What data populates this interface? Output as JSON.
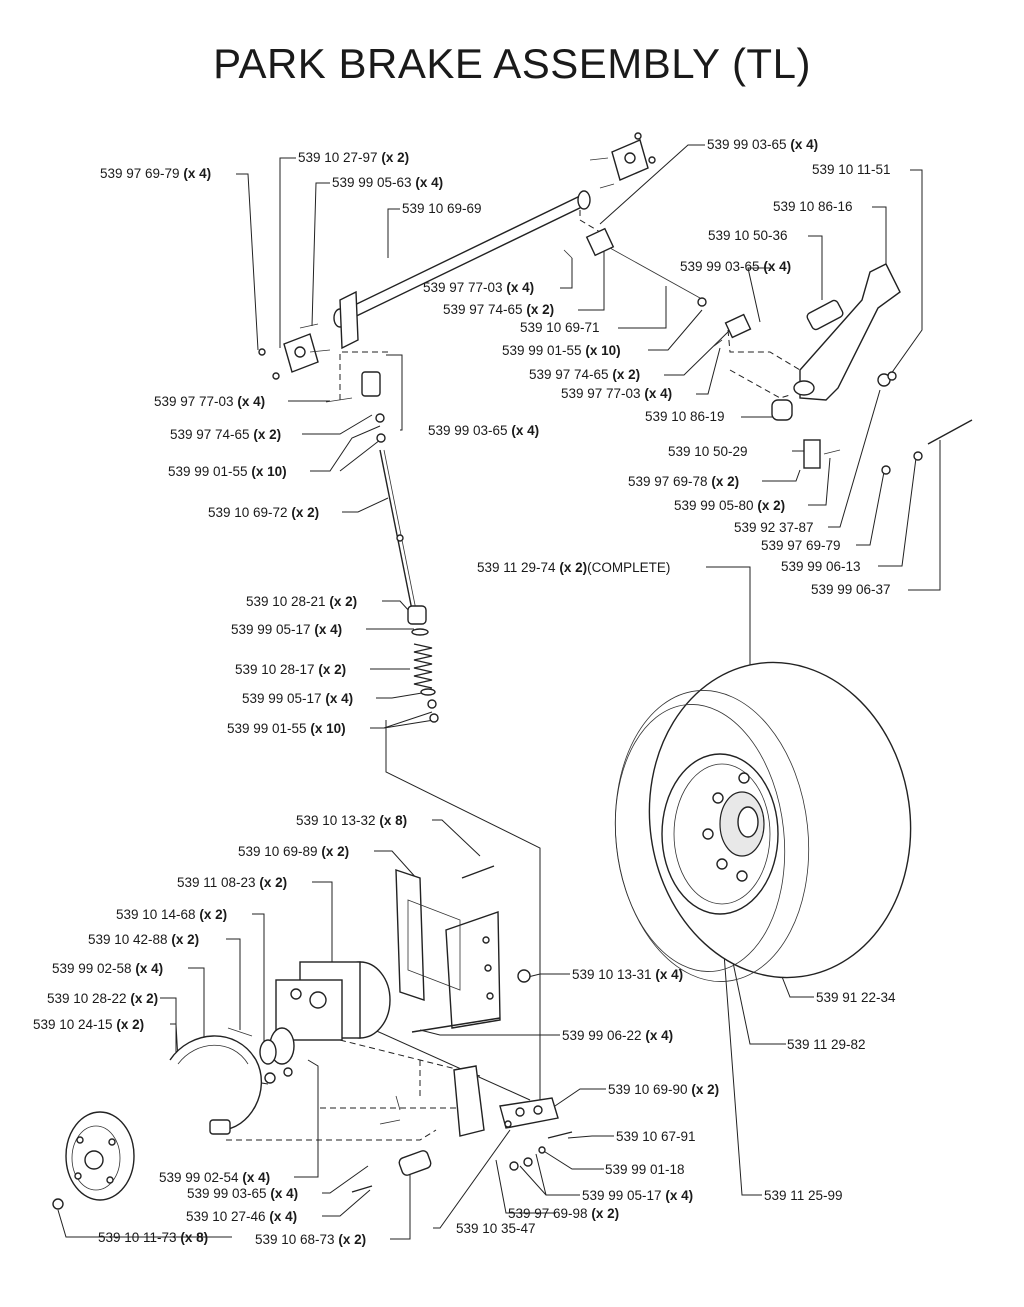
{
  "title": "PARK BRAKE ASSEMBLY (TL)",
  "labels": [
    {
      "id": "l01",
      "pn": "539 97 69-79",
      "qty": "(x 4)"
    },
    {
      "id": "l02",
      "pn": "539 10 27-97",
      "qty": "(x 2)"
    },
    {
      "id": "l03",
      "pn": "539 99 05-63",
      "qty": "(x 4)"
    },
    {
      "id": "l04",
      "pn": "539 10 69-69",
      "qty": ""
    },
    {
      "id": "l05",
      "pn": "539 99 03-65",
      "qty": "(x 4)"
    },
    {
      "id": "l06",
      "pn": "539 10 11-51",
      "qty": ""
    },
    {
      "id": "l07",
      "pn": "539 10 86-16",
      "qty": ""
    },
    {
      "id": "l08",
      "pn": "539 10 50-36",
      "qty": ""
    },
    {
      "id": "l09",
      "pn": "539 99 03-65",
      "qty": "(x 4)"
    },
    {
      "id": "l10",
      "pn": "539 97 77-03",
      "qty": "(x 4)"
    },
    {
      "id": "l11",
      "pn": "539 97 74-65",
      "qty": "(x 2)"
    },
    {
      "id": "l12",
      "pn": "539 10 69-71",
      "qty": ""
    },
    {
      "id": "l13",
      "pn": "539 99 01-55",
      "qty": "(x 10)"
    },
    {
      "id": "l14",
      "pn": "539 97 74-65",
      "qty": "(x 2)"
    },
    {
      "id": "l15",
      "pn": "539 97 77-03",
      "qty": "(x 4)"
    },
    {
      "id": "l16",
      "pn": "539 10 86-19",
      "qty": ""
    },
    {
      "id": "l17",
      "pn": "539 97 77-03",
      "qty": "(x 4)"
    },
    {
      "id": "l18",
      "pn": "539 97 74-65",
      "qty": "(x 2)"
    },
    {
      "id": "l19",
      "pn": "539 99 03-65",
      "qty": "(x 4)"
    },
    {
      "id": "l20",
      "pn": "539 99 01-55",
      "qty": "(x 10)"
    },
    {
      "id": "l21",
      "pn": "539 10 50-29",
      "qty": ""
    },
    {
      "id": "l22",
      "pn": "539 97 69-78",
      "qty": "(x 2)"
    },
    {
      "id": "l23",
      "pn": "539 99 05-80",
      "qty": "(x 2)"
    },
    {
      "id": "l24",
      "pn": "539 10 69-72",
      "qty": "(x 2)"
    },
    {
      "id": "l25",
      "pn": "539 92 37-87",
      "qty": ""
    },
    {
      "id": "l26",
      "pn": "539 97 69-79",
      "qty": ""
    },
    {
      "id": "l27",
      "pn": "539 99 06-13",
      "qty": ""
    },
    {
      "id": "l28",
      "pn": "539 11 29-74",
      "qty": "(x 2)",
      "extra": "(COMPLETE)"
    },
    {
      "id": "l29",
      "pn": "539 99 06-37",
      "qty": ""
    },
    {
      "id": "l30",
      "pn": "539 10 28-21",
      "qty": "(x 2)"
    },
    {
      "id": "l31",
      "pn": "539 99 05-17",
      "qty": "(x 4)"
    },
    {
      "id": "l32",
      "pn": "539 10 28-17",
      "qty": "(x 2)"
    },
    {
      "id": "l33",
      "pn": "539 99 05-17",
      "qty": "(x 4)"
    },
    {
      "id": "l34",
      "pn": "539 99 01-55",
      "qty": "(x 10)"
    },
    {
      "id": "l35",
      "pn": "539 10 13-32",
      "qty": "(x 8)"
    },
    {
      "id": "l36",
      "pn": "539 10 69-89",
      "qty": "(x 2)"
    },
    {
      "id": "l37",
      "pn": "539 11 08-23",
      "qty": "(x 2)"
    },
    {
      "id": "l38",
      "pn": "539 10 14-68",
      "qty": "(x 2)"
    },
    {
      "id": "l39",
      "pn": "539 10 42-88",
      "qty": "(x 2)"
    },
    {
      "id": "l40",
      "pn": "539 99 02-58",
      "qty": "(x 4)"
    },
    {
      "id": "l41",
      "pn": "539 10 28-22",
      "qty": "(x 2)"
    },
    {
      "id": "l42",
      "pn": "539 10 24-15",
      "qty": "(x 2)"
    },
    {
      "id": "l43",
      "pn": "539 10 13-31",
      "qty": "(x 4)"
    },
    {
      "id": "l44",
      "pn": "539 99 06-22",
      "qty": "(x 4)"
    },
    {
      "id": "l45",
      "pn": "539 91 22-34",
      "qty": ""
    },
    {
      "id": "l46",
      "pn": "539 11 29-82",
      "qty": ""
    },
    {
      "id": "l47",
      "pn": "539 10 69-90",
      "qty": "(x 2)"
    },
    {
      "id": "l48",
      "pn": "539 10 67-91",
      "qty": ""
    },
    {
      "id": "l49",
      "pn": "539 99 01-18",
      "qty": ""
    },
    {
      "id": "l50",
      "pn": "539 99 02-54",
      "qty": "(x 4)"
    },
    {
      "id": "l51",
      "pn": "539 99 03-65",
      "qty": "(x 4)"
    },
    {
      "id": "l52",
      "pn": "539 99 05-17",
      "qty": "(x 4)"
    },
    {
      "id": "l53",
      "pn": "539 97 69-98",
      "qty": "(x 2)"
    },
    {
      "id": "l54",
      "pn": "539 10 27-46",
      "qty": "(x 4)"
    },
    {
      "id": "l55",
      "pn": "539 11 25-99",
      "qty": ""
    },
    {
      "id": "l56",
      "pn": "539 10 35-47",
      "qty": ""
    },
    {
      "id": "l57",
      "pn": "539 10 11-73",
      "qty": "(x 8)"
    },
    {
      "id": "l58",
      "pn": "539 10 68-73",
      "qty": "(x 2)"
    }
  ]
}
